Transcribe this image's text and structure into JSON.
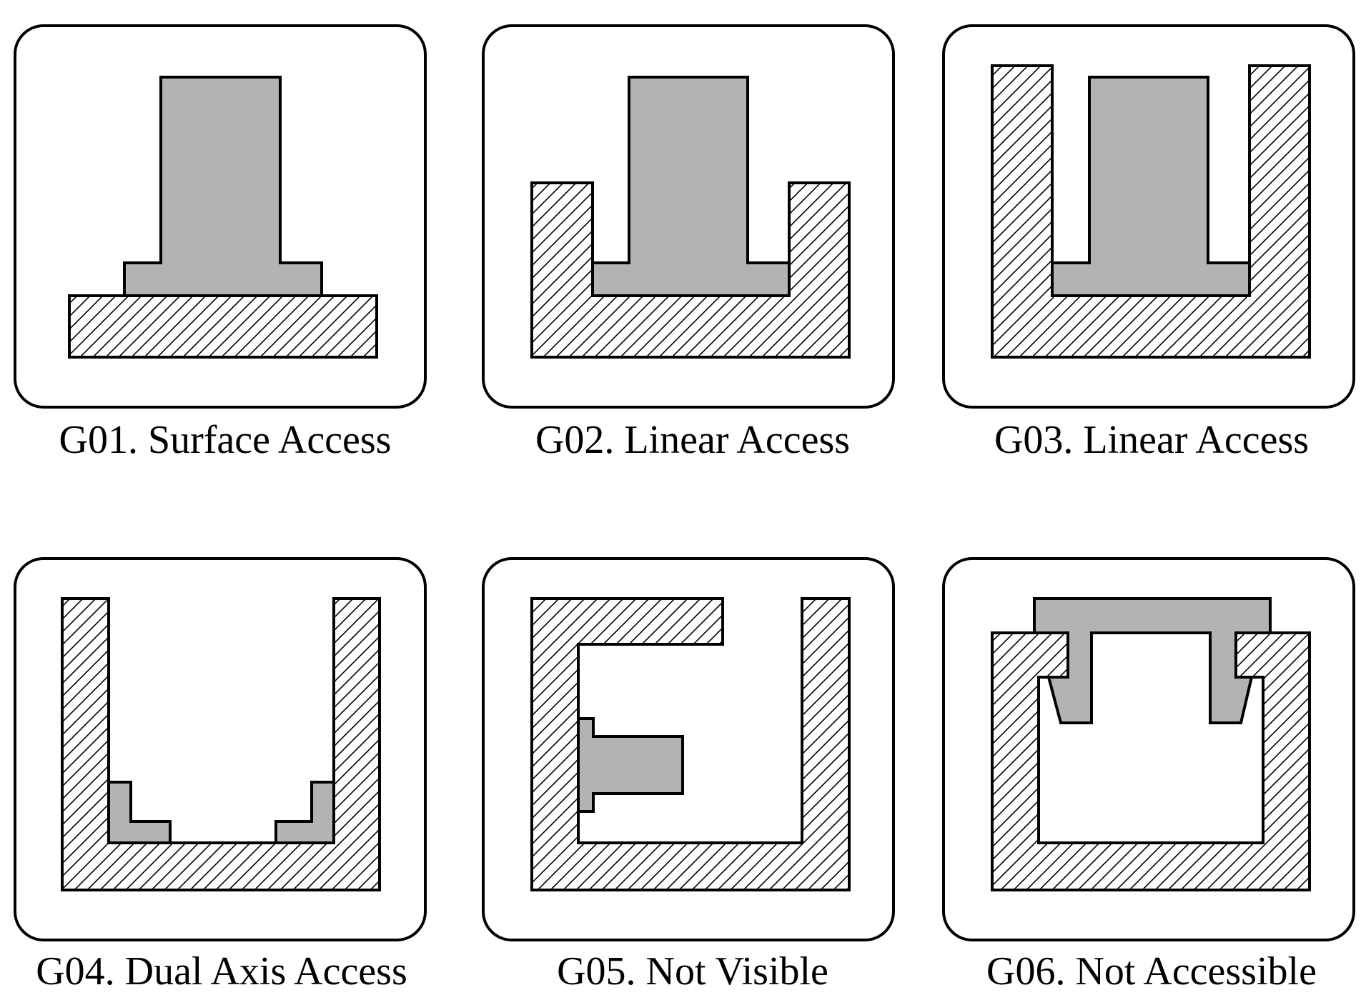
{
  "panels": [
    {
      "id": "G01",
      "caption": "G01. Surface Access"
    },
    {
      "id": "G02",
      "caption": "G02. Linear Access"
    },
    {
      "id": "G03",
      "caption": "G03. Linear Access"
    },
    {
      "id": "G04",
      "caption": "G04. Dual Axis Access"
    },
    {
      "id": "G05",
      "caption": "G05. Not Visible"
    },
    {
      "id": "G06",
      "caption": "G06. Not Accessible"
    }
  ],
  "colors": {
    "part_fill": "#b3b3b3",
    "outline": "#000000",
    "hatch": "#000000",
    "background": "#ffffff"
  }
}
